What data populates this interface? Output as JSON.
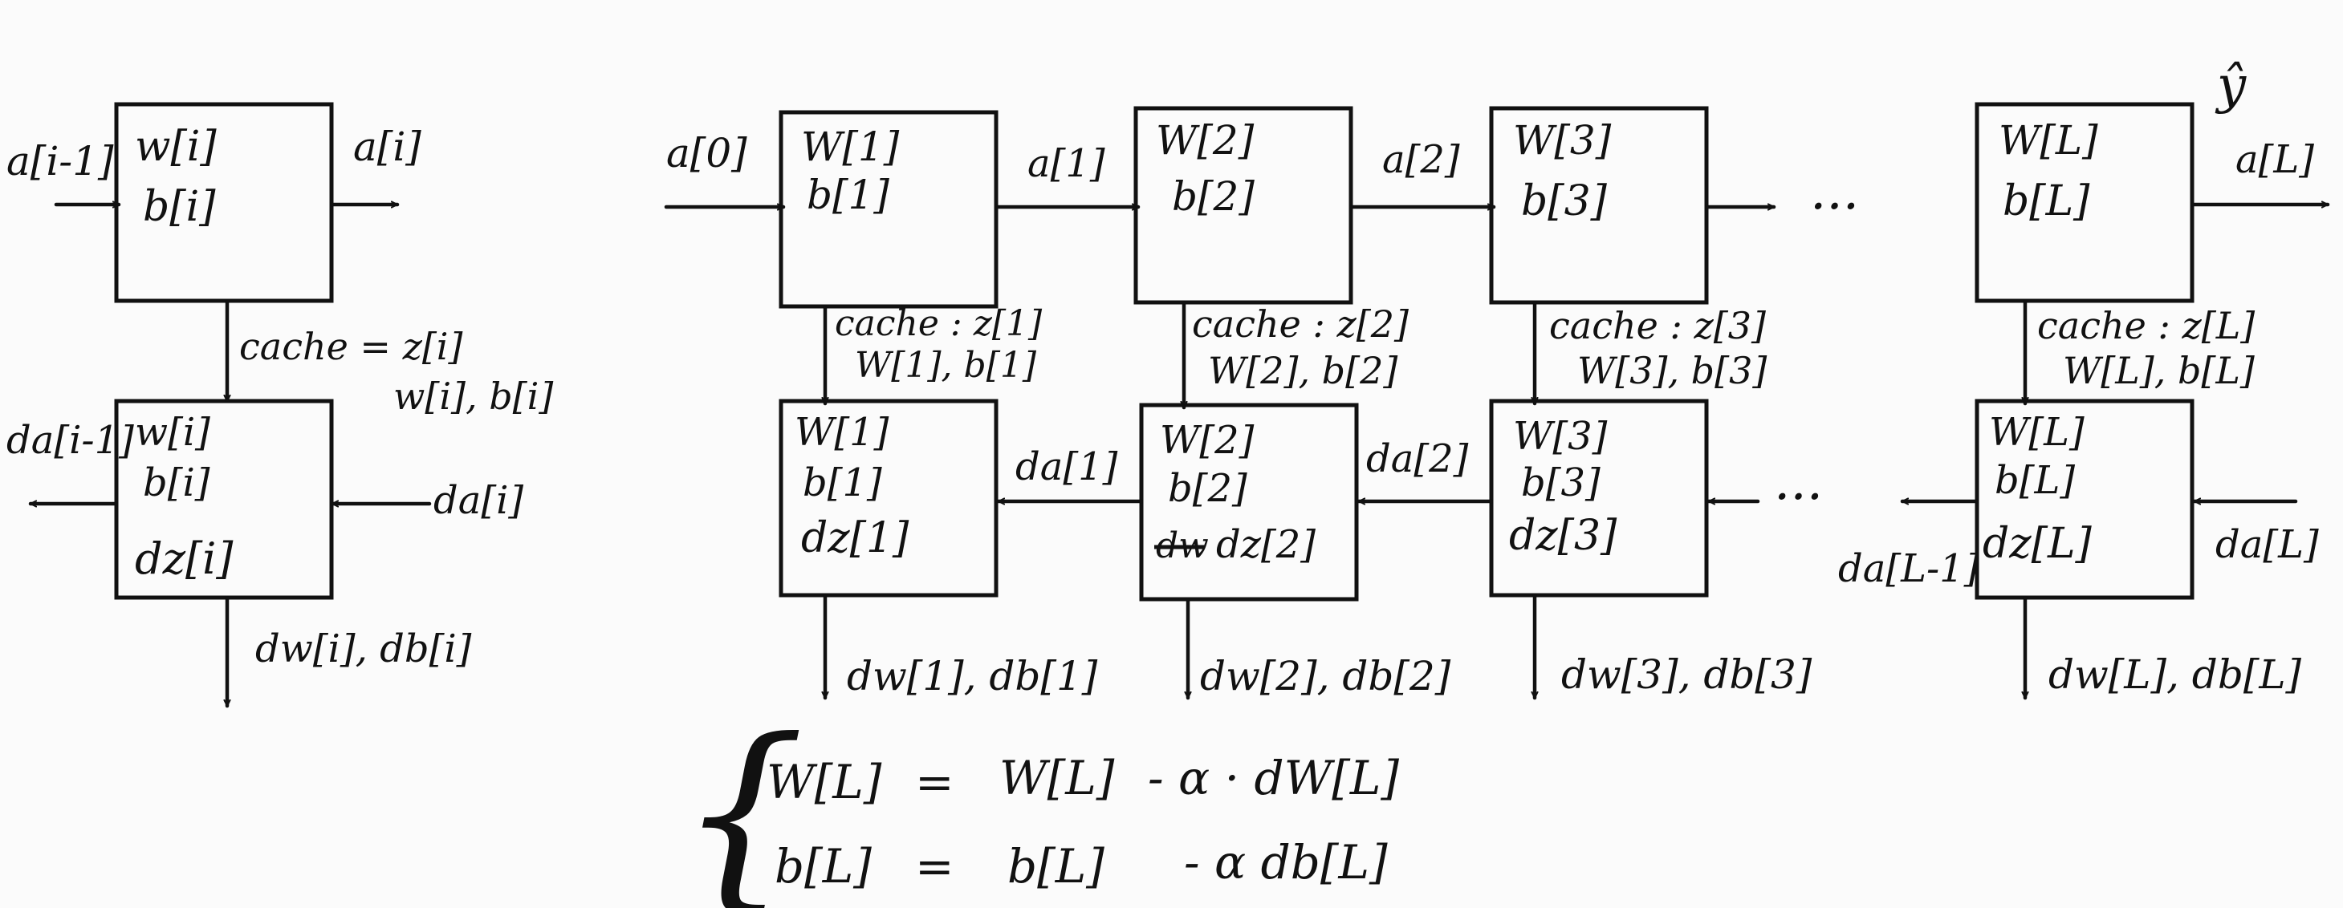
{
  "colors": {
    "ink": "#111111",
    "paper": "#fbfbfb"
  },
  "single_block": {
    "input": "a[i-1]",
    "output": "a[i]",
    "fwd_w": "w[i]",
    "fwd_b": "b[i]",
    "cache_line1": "cache = z[i]",
    "cache_line2": "w[i], b[i]",
    "back_w": "w[i]",
    "back_b": "b[i]",
    "back_dz": "dz[i]",
    "back_in": "da[i]",
    "back_out": "da[i-1]",
    "grads": "dw[i], db[i]"
  },
  "network": {
    "input": "a[0]",
    "y_hat": "ŷ",
    "forward_ellipsis": "...",
    "backward_ellipsis": "...",
    "layers": [
      {
        "w": "W[1]",
        "b": "b[1]",
        "cache1": "cache : z[1]",
        "cache2": "W[1], b[1]",
        "bw": "W[1]",
        "bb": "b[1]",
        "dz": "dz[1]",
        "grads": "dw[1], db[1]",
        "a_out": "a[1]",
        "da_out": "da[1]"
      },
      {
        "w": "W[2]",
        "b": "b[2]",
        "cache1": "cache : z[2]",
        "cache2": "W[2], b[2]",
        "bw": "W[2]",
        "bb": "b[2]",
        "dz": "dz[2]",
        "dz_struck": "dw",
        "grads": "dw[2], db[2]",
        "a_out": "a[2]",
        "da_out": "da[2]"
      },
      {
        "w": "W[3]",
        "b": "b[3]",
        "cache1": "cache : z[3]",
        "cache2": "W[3], b[3]",
        "bw": "W[3]",
        "bb": "b[3]",
        "dz": "dz[3]",
        "grads": "dw[3], db[3]"
      },
      {
        "w": "W[L]",
        "b": "b[L]",
        "cache1": "cache : z[L]",
        "cache2": "W[L], b[L]",
        "bw": "W[L]",
        "bb": "b[L]",
        "dz": "dz[L]",
        "grads": "dw[L], db[L]",
        "a_out": "a[L]",
        "da_in": "da[L]",
        "da_out": "da[L-1]"
      }
    ]
  },
  "update_rules": [
    {
      "lhs": "W[L]",
      "eq": "=",
      "rhs1": "W[L]",
      "op": "- α · dW[L]"
    },
    {
      "lhs": "b[L]",
      "eq": "=",
      "rhs1": "b[L]",
      "op": "- α db[L]"
    }
  ],
  "brace": "{"
}
